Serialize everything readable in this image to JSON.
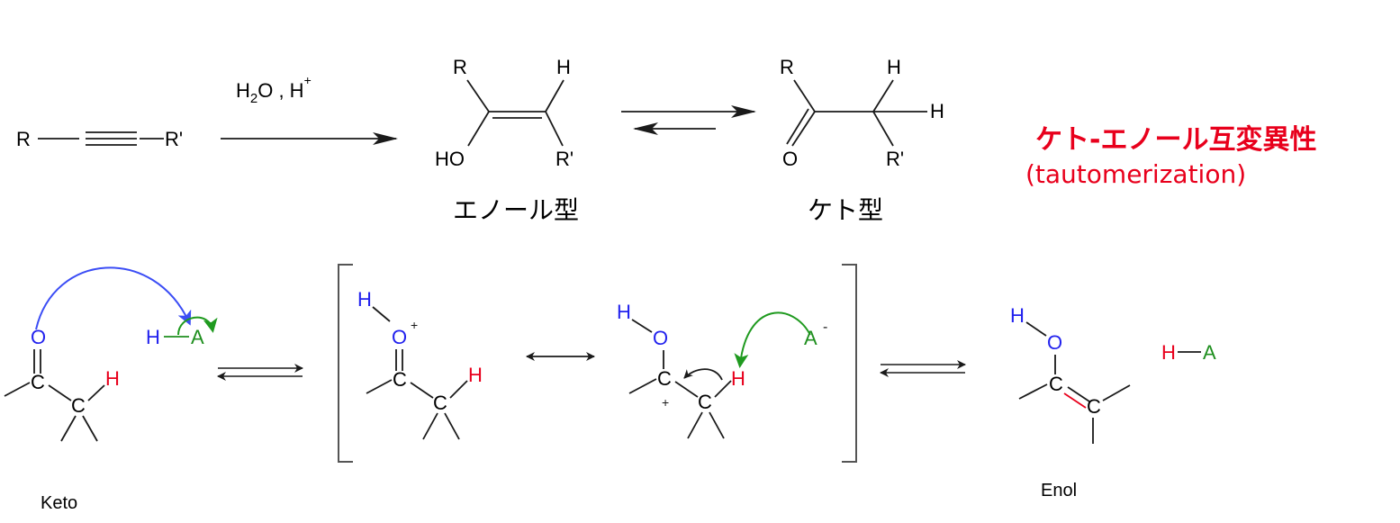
{
  "colors": {
    "black": "#1a1a1a",
    "red": "#e8001c",
    "blue": "#2222ee",
    "green": "#1f8f1f",
    "blue_arrow": "#3b4df5",
    "green_arrow": "#1f9a1f",
    "red_bond": "#e8001c"
  },
  "reaction": {
    "R": "R",
    "R_prime": "R'",
    "H": "H",
    "HO": "HO",
    "O": "O",
    "reagent_h2o": "H",
    "reagent_sub": "2",
    "reagent_mid": "O ,  H",
    "reagent_plus": "+",
    "enol_caption": "エノール型",
    "keto_caption": "ケト型"
  },
  "title": {
    "jp": "ケト-エノール互変異性",
    "en": "(tautomerization)"
  },
  "mechanism": {
    "O": "O",
    "C": "C",
    "H": "H",
    "A": "A",
    "HA_H": "H",
    "HA_A": "A",
    "plus": "+",
    "minus": "-",
    "keto_caption": "Keto",
    "enol_caption": "Enol"
  }
}
